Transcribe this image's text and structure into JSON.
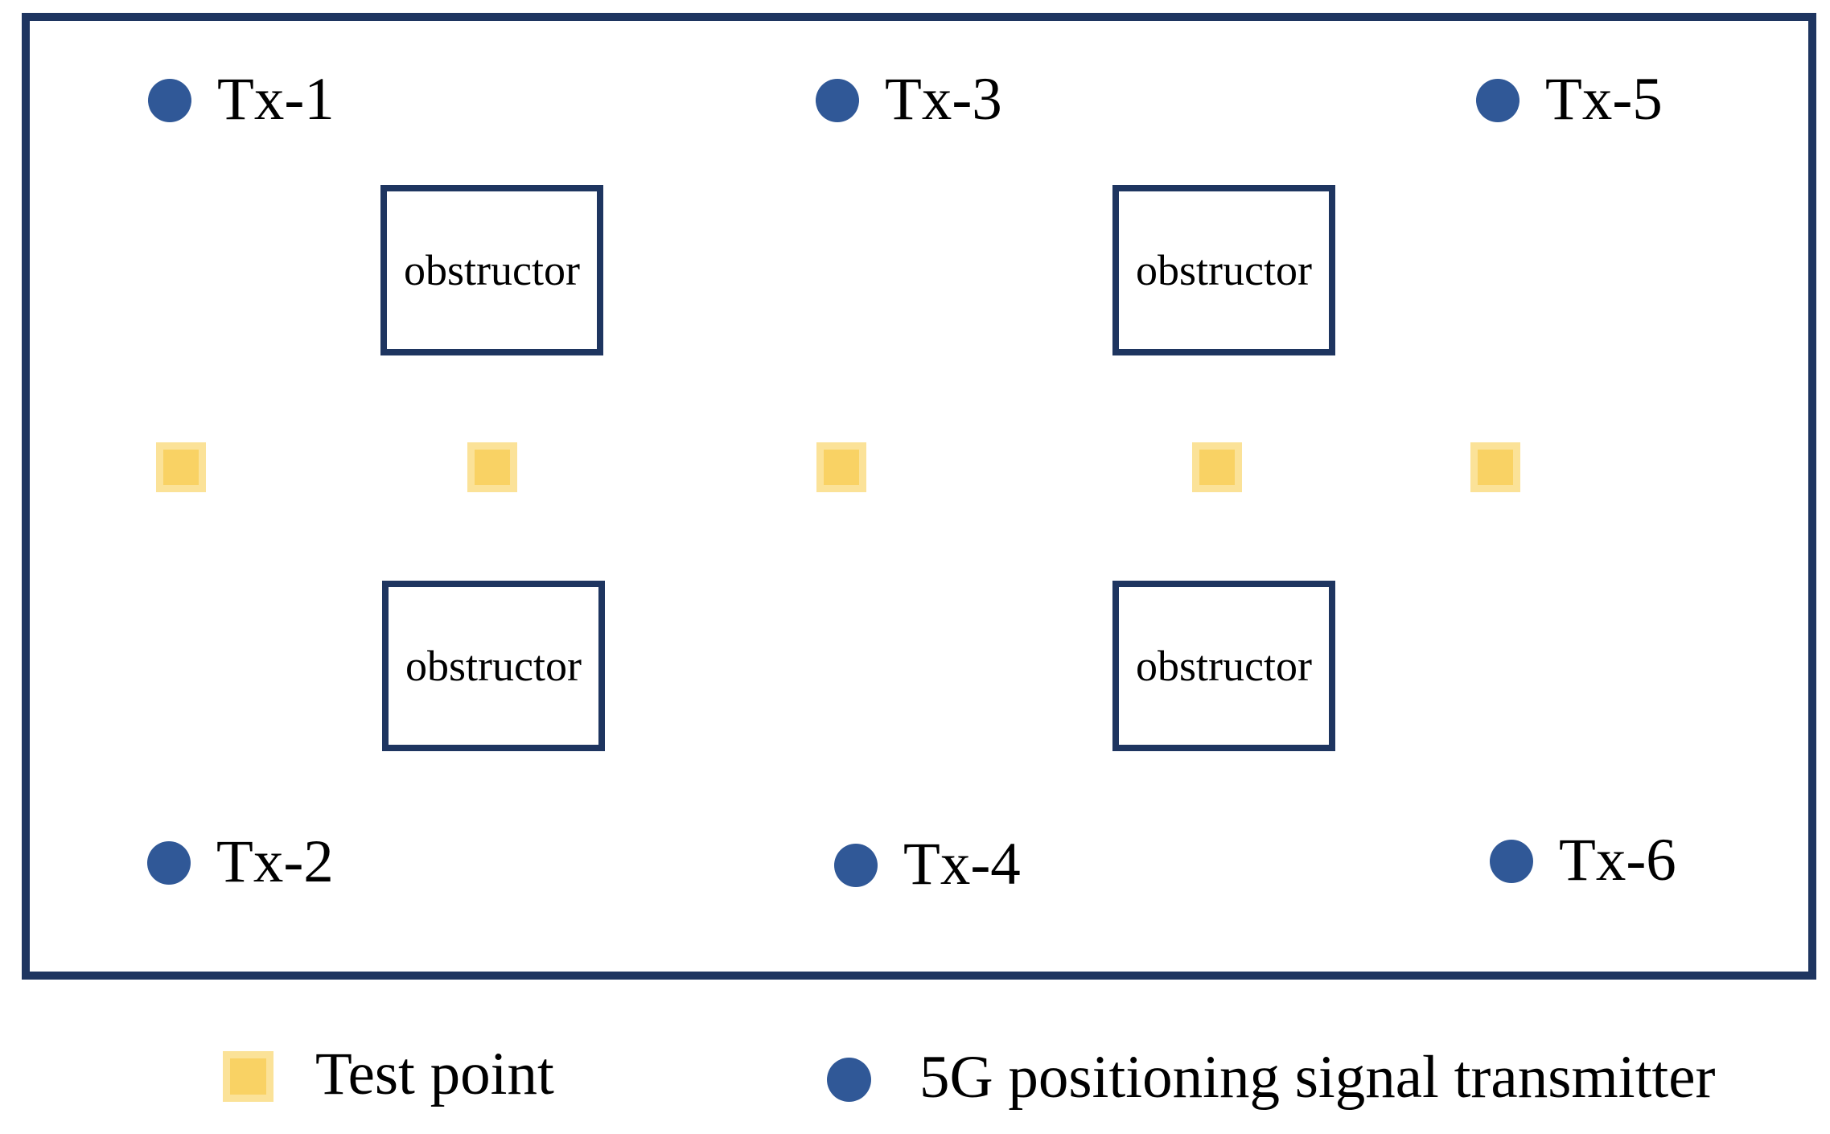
{
  "colors": {
    "frame_navy": "#1E3560",
    "transmitter_blue": "#305897",
    "test_point_fill": "#F9D264",
    "test_point_edge": "#FBE298",
    "background": "#FFFFFF",
    "text": "#000000"
  },
  "diagram": {
    "transmitters": [
      {
        "label": "Tx-1"
      },
      {
        "label": "Tx-2"
      },
      {
        "label": "Tx-3"
      },
      {
        "label": "Tx-4"
      },
      {
        "label": "Tx-5"
      },
      {
        "label": "Tx-6"
      }
    ],
    "obstructor_label": "obstructor",
    "test_point_count": 5
  },
  "legend": {
    "test_point_label": "Test point",
    "transmitter_label": "5G positioning signal transmitter"
  },
  "icons": {
    "transmitter": "filled-blue-circle",
    "test_point": "filled-yellow-square"
  }
}
